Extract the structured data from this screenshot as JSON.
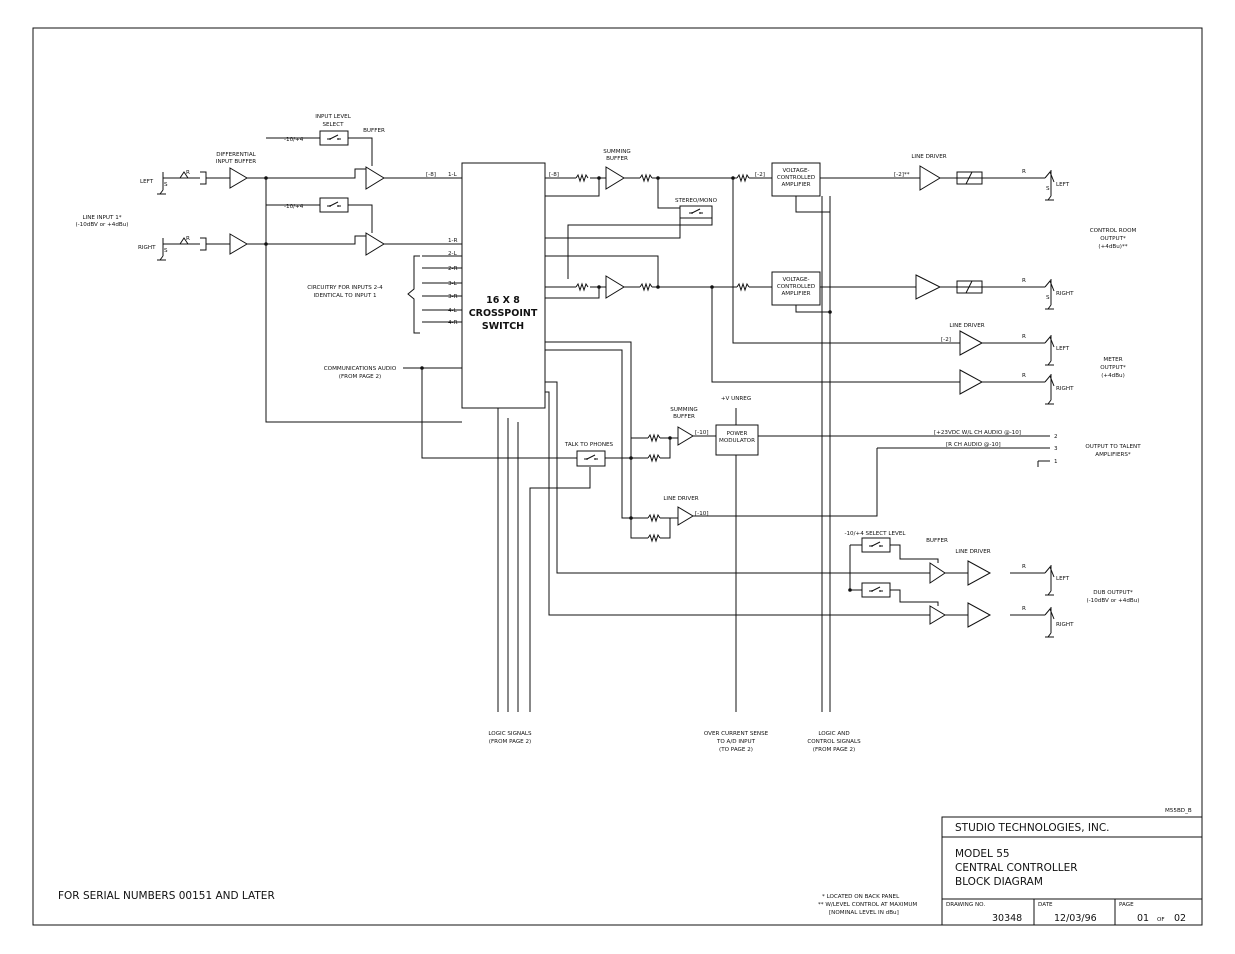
{
  "blocks": {
    "crosspoint": [
      "16 X 8",
      "CROSSPOINT",
      "SWITCH"
    ],
    "vca": [
      "VOLTAGE-",
      "CONTROLLED",
      "AMPLIFIER"
    ],
    "power_modulator": [
      "POWER",
      "MODULATOR"
    ]
  },
  "labels": {
    "input_level_select": [
      "INPUT LEVEL",
      "SELECT"
    ],
    "buffer": "BUFFER",
    "differential_input_buffer": [
      "DIFFERENTIAL",
      "INPUT BUFFER"
    ],
    "level_switch": "-10/+4",
    "left": "LEFT",
    "right": "RIGHT",
    "line_input": [
      "LINE INPUT 1*",
      "(-10dBV or +4dBu)"
    ],
    "circuitry_note": [
      "CIRCUITRY FOR INPUTS 2-4",
      "IDENTICAL TO INPUT 1"
    ],
    "communications_audio": [
      "COMMUNICATIONS AUDIO",
      "(FROM PAGE 2)"
    ],
    "summing_buffer": [
      "SUMMING",
      "BUFFER"
    ],
    "stereo_mono": "STEREO/MONO",
    "line_driver": "LINE DRIVER",
    "control_room_output": [
      "CONTROL ROOM",
      "OUTPUT*",
      "(+4dBu)**"
    ],
    "meter_output": [
      "METER",
      "OUTPUT*",
      "(+4dBu)"
    ],
    "v_unreg": "+V UNREG",
    "talk_to_phones": "TALK TO PHONES",
    "talent_line_1": "[+23VDC W/L CH AUDIO @-10]",
    "talent_line_2": "[R CH AUDIO @-10]",
    "output_to_talent": [
      "OUTPUT TO TALENT",
      "AMPLIFIERS*"
    ],
    "select_level": "-10/+4 SELECT LEVEL",
    "dub_output": [
      "DUB OUTPUT*",
      "(-10dBV or +4dBu)"
    ],
    "logic_signals": [
      "LOGIC SIGNALS",
      "(FROM PAGE 2)"
    ],
    "over_current": [
      "OVER CURRENT SENSE",
      "TO A/D INPUT",
      "(TO PAGE 2)"
    ],
    "logic_control": [
      "LOGIC AND",
      "CONTROL SIGNALS",
      "(FROM PAGE 2)"
    ],
    "resistor": "R",
    "sleeve": "S",
    "pin_2": "2",
    "pin_3": "3",
    "pin_1": "1"
  },
  "level_tags": {
    "m8": "[-8]",
    "m2": "[-2]",
    "m2s": "[-2]**",
    "m10": "[-10]"
  },
  "crosspoint_inputs": [
    "1-L",
    "1-R",
    "2-L",
    "2-R",
    "3-L",
    "3-R",
    "4-L",
    "4-R"
  ],
  "footer": {
    "serial_note": "FOR SERIAL NUMBERS 00151 AND LATER",
    "notes": [
      "* LOCATED ON BACK PANEL",
      "** W/LEVEL CONTROL AT MAXIMUM",
      "[NOMINAL LEVEL IN dBu]"
    ],
    "file_code": "M55BD_B"
  },
  "title_block": {
    "company": "STUDIO TECHNOLOGIES, INC.",
    "title": [
      "MODEL 55",
      "CENTRAL CONTROLLER",
      "BLOCK DIAGRAM"
    ],
    "drawing_no_label": "DRAWING NO.",
    "drawing_no": "30348",
    "date_label": "DATE",
    "date": "12/03/96",
    "page_label": "PAGE",
    "page": "01",
    "of": "OF",
    "total_pages": "02"
  }
}
